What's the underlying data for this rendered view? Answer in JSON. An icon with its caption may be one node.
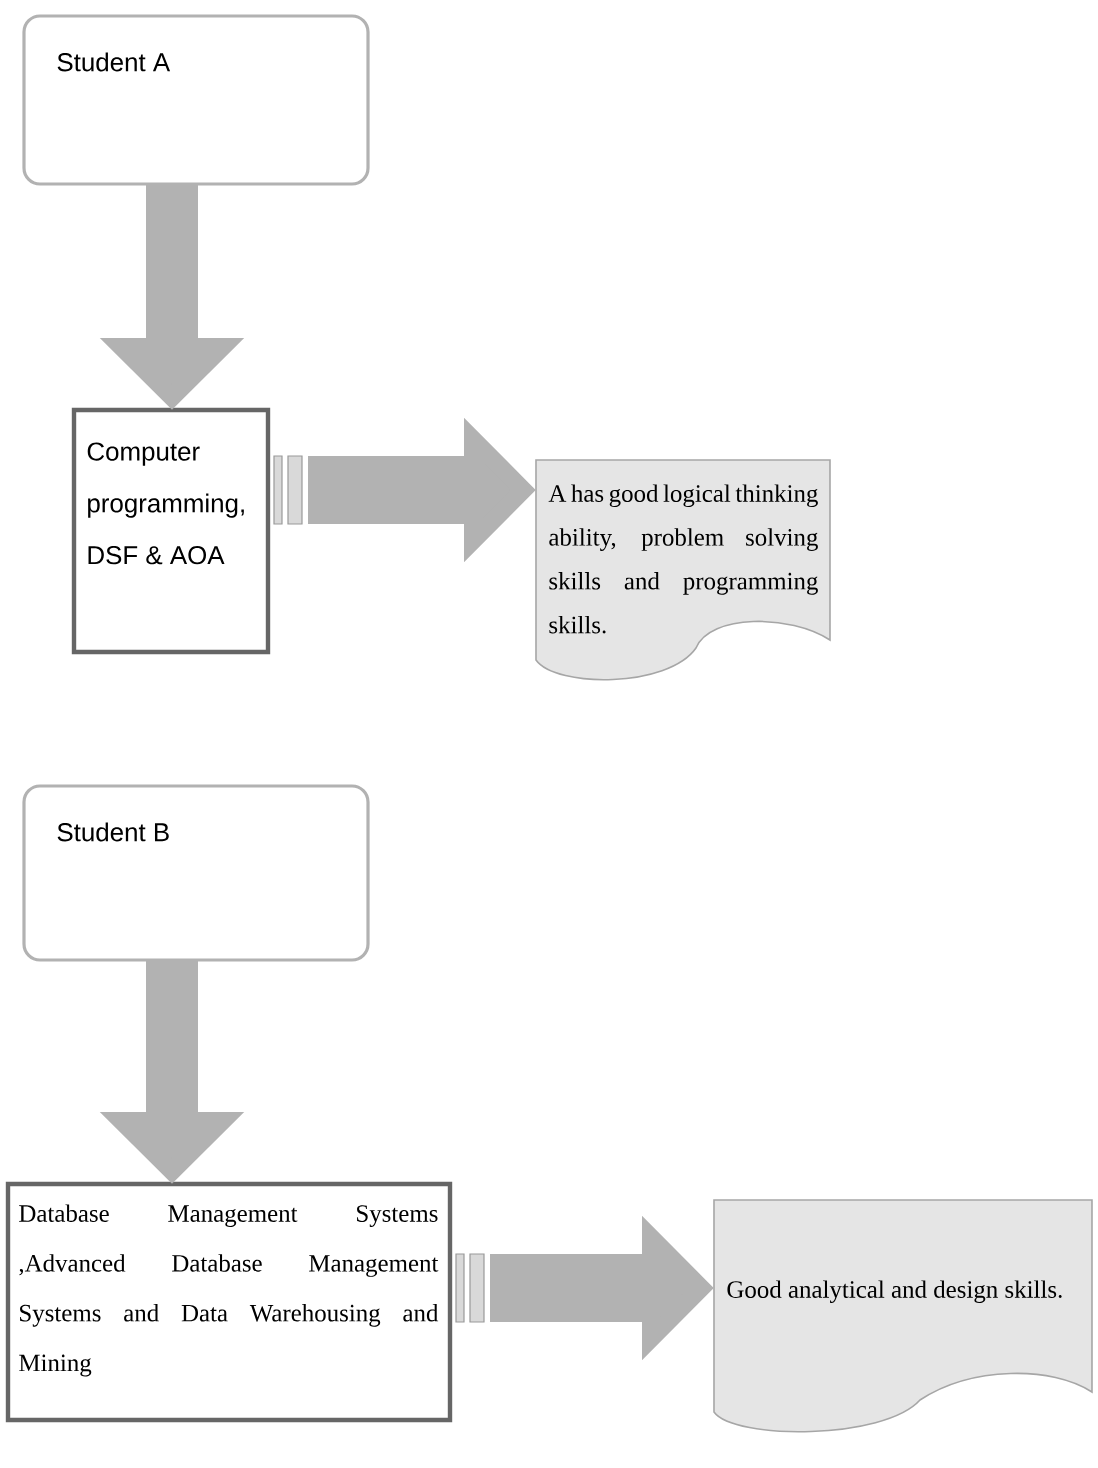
{
  "diagram": {
    "nodes": [
      {
        "text": [
          "Student A"
        ]
      },
      {
        "text": [
          "Computer programming, DSF & AOA"
        ]
      },
      {
        "text": [
          "A has good logical thinking ability, problem solving skills and programming skills."
        ]
      },
      {
        "text": [
          "Student B"
        ]
      },
      {
        "text": [
          "Database Management Systems ,Advanced Database Management Systems and Data Warehousing and Mining"
        ]
      },
      {
        "text": [
          "Good analytical and design skills."
        ]
      }
    ],
    "edges": [
      {
        "from": 0,
        "to": 1,
        "arrow": "to"
      },
      {
        "from": 1,
        "to": 2,
        "arrow": "to"
      },
      {
        "from": 3,
        "to": 4,
        "arrow": "to"
      },
      {
        "from": 4,
        "to": 5,
        "arrow": "to"
      }
    ]
  }
}
